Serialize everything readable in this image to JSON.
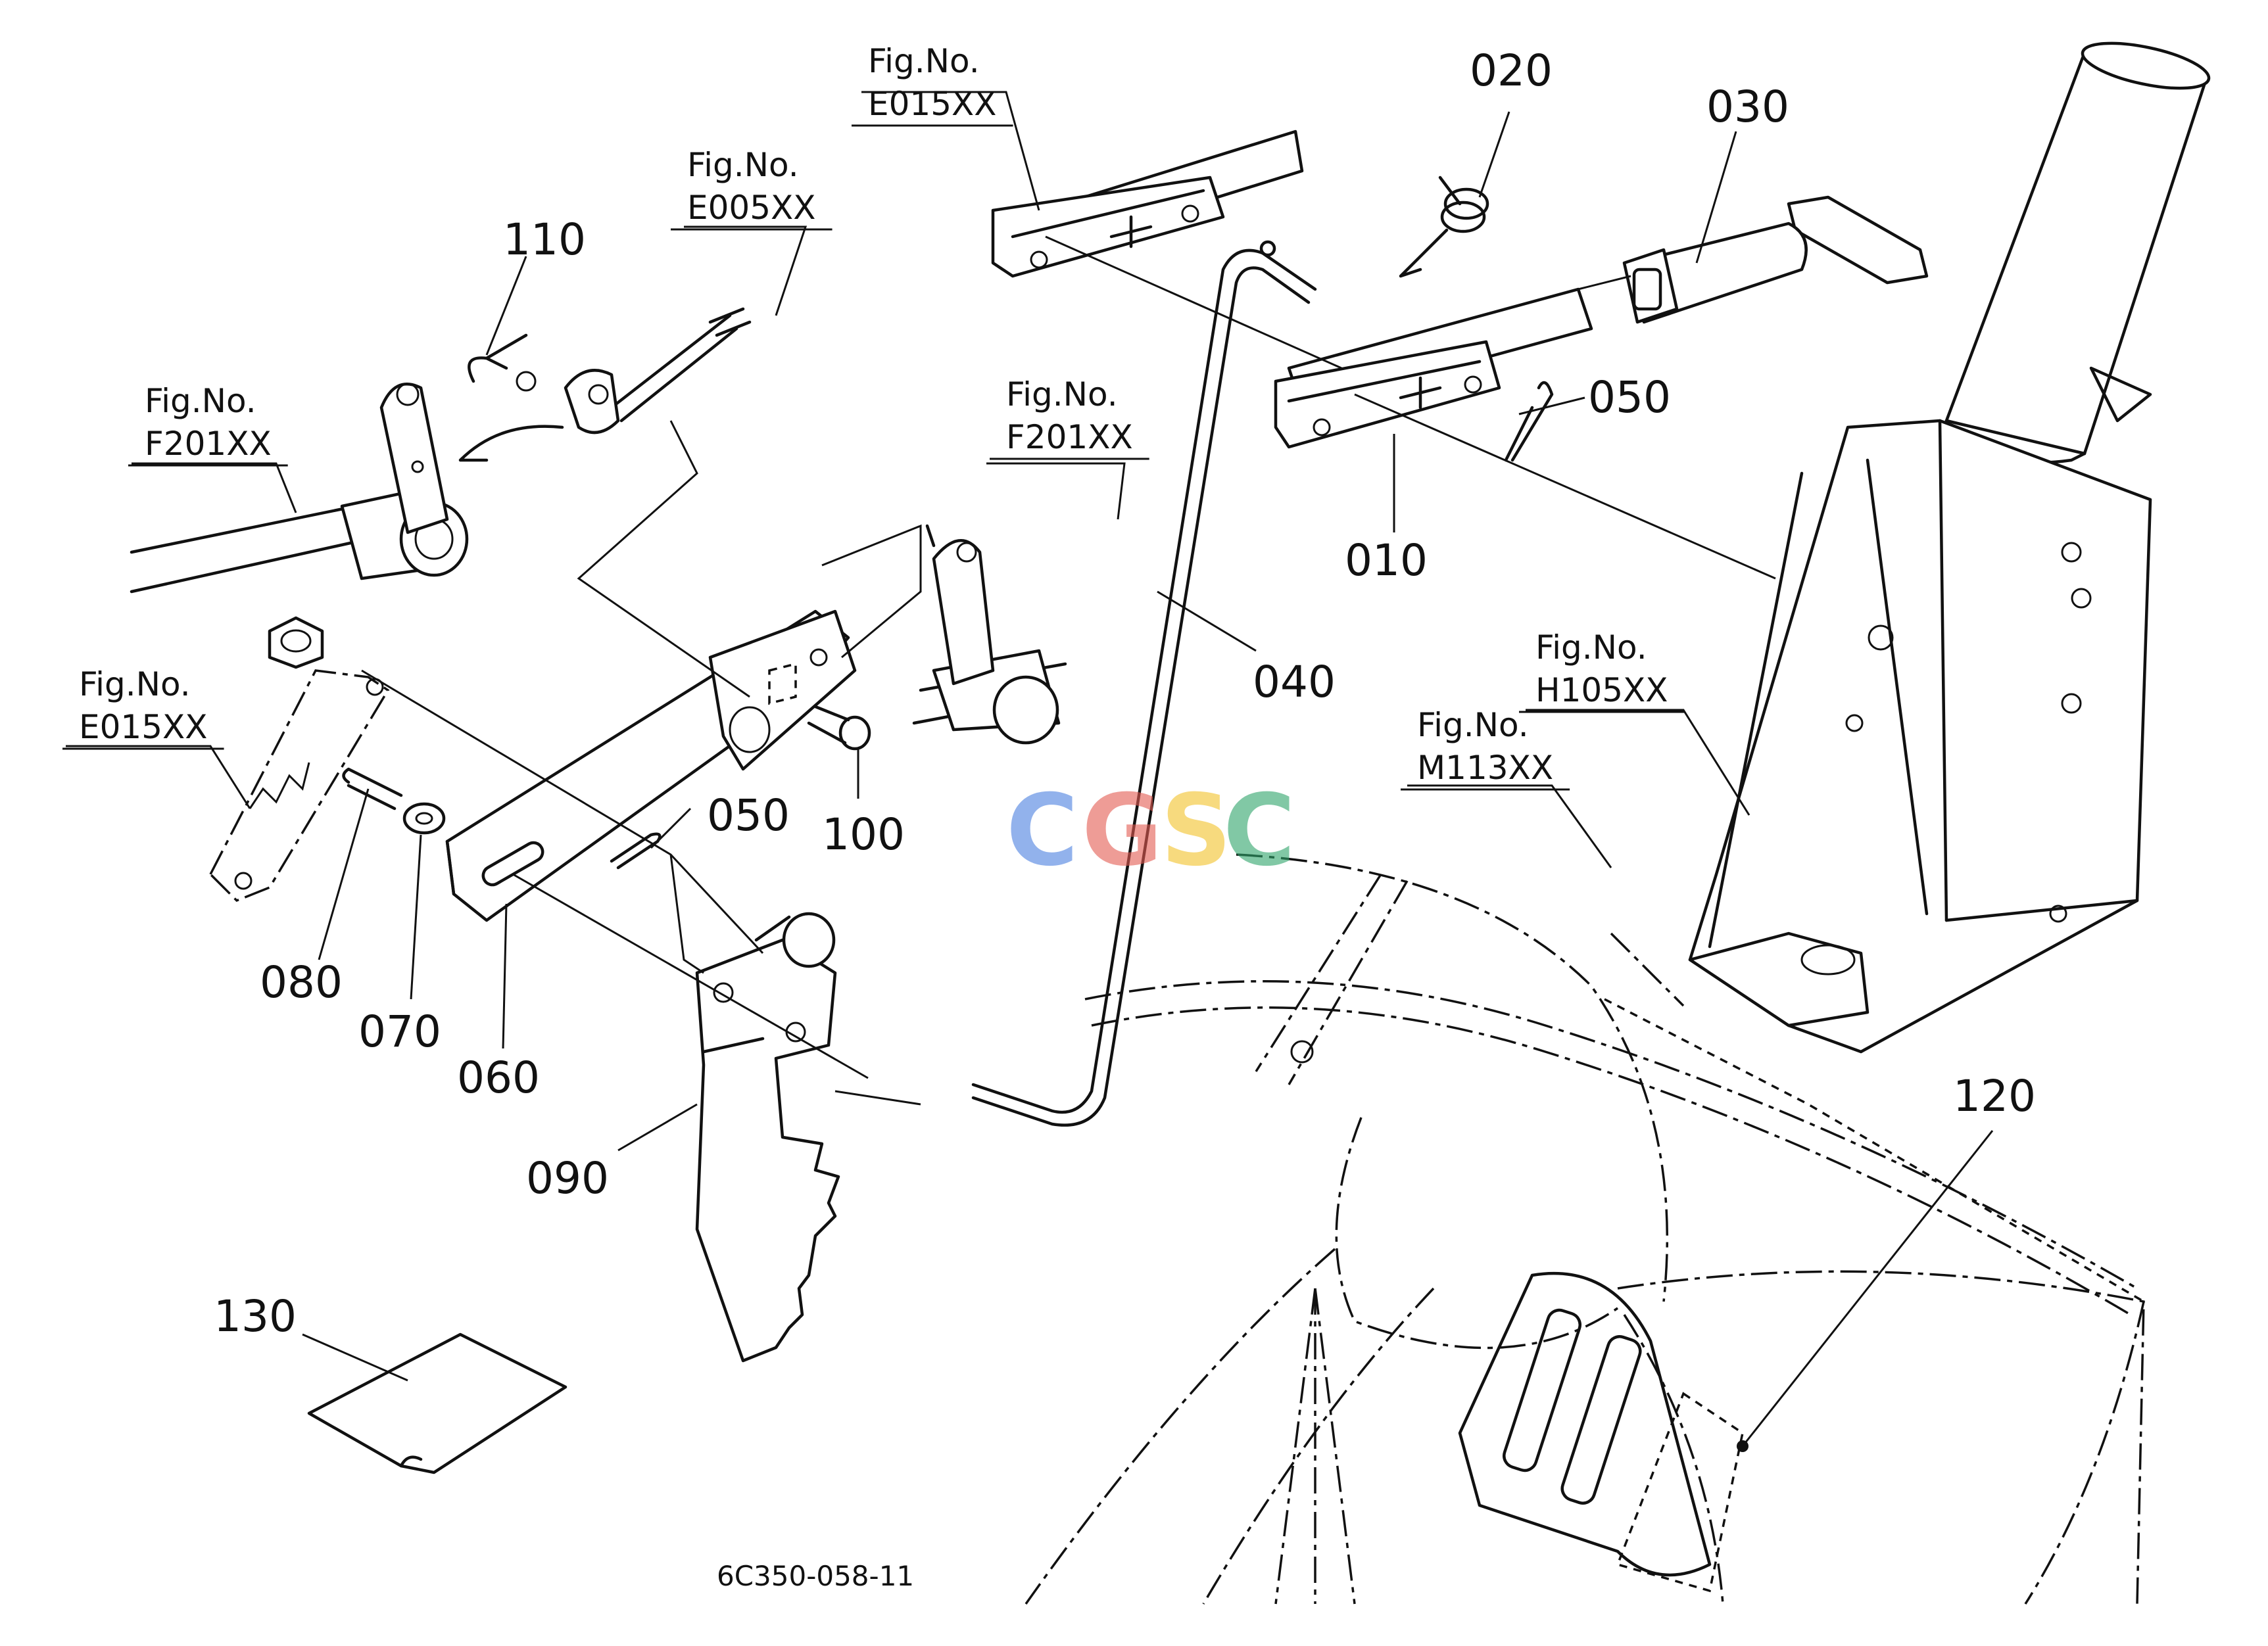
{
  "figure_refs": [
    {
      "id": "fig-e015-top",
      "line1": "Fig.No.",
      "line2": "E015XX"
    },
    {
      "id": "fig-e005",
      "line1": "Fig.No.",
      "line2": "E005XX"
    },
    {
      "id": "fig-f201-left",
      "line1": "Fig.No.",
      "line2": "F201XX"
    },
    {
      "id": "fig-f201-mid",
      "line1": "Fig.No.",
      "line2": "F201XX"
    },
    {
      "id": "fig-e015-left",
      "line1": "Fig.No.",
      "line2": "E015XX"
    },
    {
      "id": "fig-h105",
      "line1": "Fig.No.",
      "line2": "H105XX"
    },
    {
      "id": "fig-m113",
      "line1": "Fig.No.",
      "line2": "M113XX"
    }
  ],
  "part_labels": {
    "p010": "010",
    "p020": "020",
    "p030": "030",
    "p040": "040",
    "p050a": "050",
    "p050b": "050",
    "p060": "060",
    "p070": "070",
    "p080": "080",
    "p090": "090",
    "p100": "100",
    "p110": "110",
    "p120": "120",
    "p130": "130"
  },
  "drawing_code": "6C350-058-11",
  "watermark": {
    "letters": [
      "C",
      "G",
      "S",
      "C"
    ],
    "colors": [
      "#4a7fe0",
      "#e45b52",
      "#f3c229",
      "#2fa56b"
    ]
  }
}
